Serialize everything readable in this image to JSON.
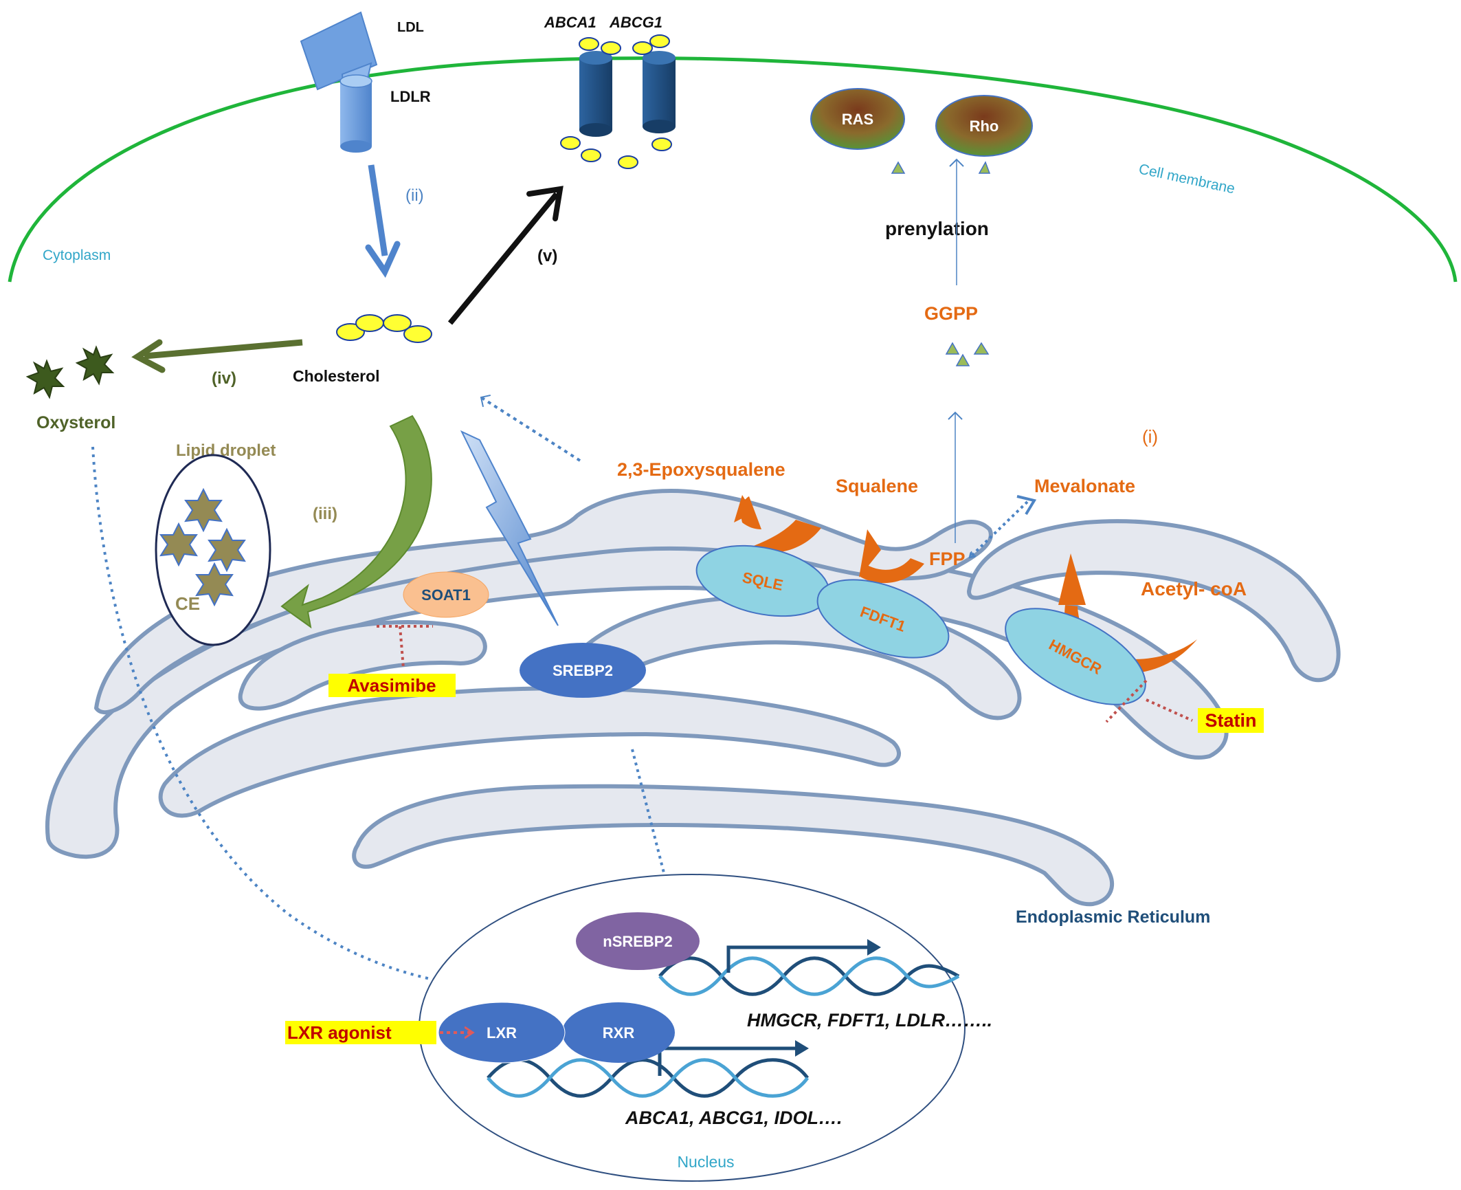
{
  "colors": {
    "membrane": "#1fb53a",
    "er_fill": "#e5e8ef",
    "er_stroke": "#7f99bc",
    "orange": "#e46a13",
    "inhibitor": "#c00000",
    "highlight": "#ffff00",
    "ldlr": "#6f9fdc",
    "abc": "#214f82",
    "enzyme": "#8fd3e3",
    "srebp": "#4472c4",
    "nsrebp": "#8064a2",
    "olive": "#4f6228",
    "khaki": "#948a54",
    "label_cyan": "#31a6c8",
    "label_blue": "#4d84c4",
    "dna": "#1f4e79"
  },
  "labels": {
    "ldl": "LDL",
    "ldlr": "LDLR",
    "abca1": "ABCA1",
    "abcg1": "ABCG1",
    "ras": "RAS",
    "rho": "Rho",
    "cell_membrane": "Cell membrane",
    "cytoplasm": "Cytoplasm",
    "prenylation": "prenylation",
    "ggpp": "GGPP",
    "step_i": "(i)",
    "step_ii": "(ii)",
    "step_iii": "(iii)",
    "step_iv": "(iv)",
    "step_v": "(v)",
    "cholesterol": "Cholesterol",
    "oxysterol": "Oxysterol",
    "lipid_droplet": "Lipid droplet",
    "ce": "CE",
    "soat1": "SOAT1",
    "avasimibe": "Avasimibe",
    "srebp2": "SREBP2",
    "epoxysqualene": "2,3-Epoxysqualene",
    "squalene": "Squalene",
    "mevalonate": "Mevalonate",
    "fpp": "FPP",
    "acetyl_coa": "Acetyl- coA",
    "sqle": "SQLE",
    "fdft1": "FDFT1",
    "hmgcr": "HMGCR",
    "statin": "Statin",
    "er": "Endoplasmic Reticulum",
    "nsrebp2": "nSREBP2",
    "genes_srebp": "HMGCR, FDFT1, LDLR……..",
    "lxr_agonist": "LXR agonist",
    "lxr": "LXR",
    "rxr": "RXR",
    "genes_lxr": "ABCA1, ABCG1, IDOL….",
    "nucleus": "Nucleus"
  }
}
